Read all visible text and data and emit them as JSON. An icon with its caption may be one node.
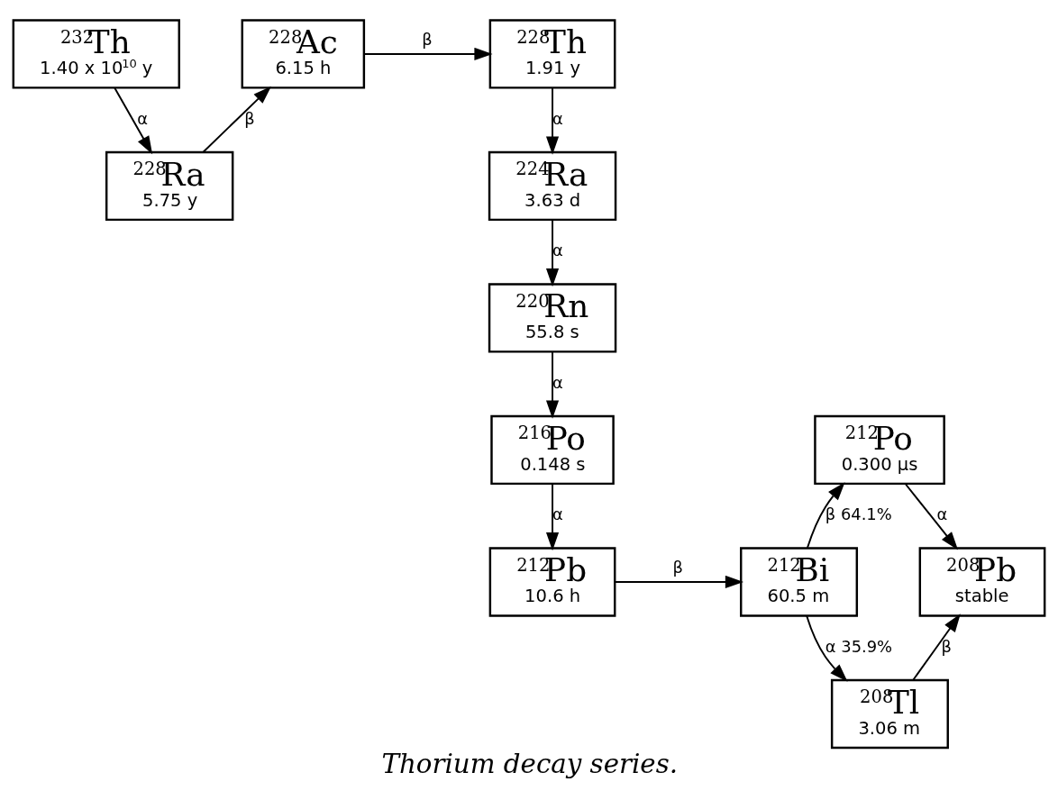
{
  "diagram": {
    "caption": "Thorium decay series.",
    "nodes": [
      {
        "text": [
          "$^{232}$Th",
          "1.40 x 10$^{10}$ y"
        ]
      },
      {
        "text": [
          "$^{228}$Ra",
          "5.75 y"
        ]
      },
      {
        "text": [
          "$^{228}$Ac",
          "6.15 h"
        ]
      },
      {
        "text": [
          "$^{228}$Th",
          "1.91 y"
        ]
      },
      {
        "text": [
          "$^{224}$Ra",
          "3.63 d"
        ]
      },
      {
        "text": [
          "$^{220}$Rn",
          "55.8 s"
        ]
      },
      {
        "text": [
          "$^{216}$Po",
          "0.148 s"
        ]
      },
      {
        "text": [
          "$^{212}$Pb",
          "10.6 h"
        ]
      },
      {
        "text": [
          "$^{212}$Bi",
          "60.5 m"
        ]
      },
      {
        "text": [
          "$^{212}$Po",
          "0.300 µs"
        ]
      },
      {
        "text": [
          "$^{208}$Tl",
          "3.06 m"
        ]
      },
      {
        "text": [
          "$^{208}$Pb",
          "stable"
        ]
      }
    ],
    "edges": [
      {
        "from": 0,
        "to": 1,
        "arrow": "to",
        "label": "α"
      },
      {
        "from": 1,
        "to": 2,
        "arrow": "to",
        "label": "β"
      },
      {
        "from": 2,
        "to": 3,
        "arrow": "to",
        "label": "β"
      },
      {
        "from": 3,
        "to": 4,
        "arrow": "to",
        "label": "α"
      },
      {
        "from": 4,
        "to": 5,
        "arrow": "to",
        "label": "α"
      },
      {
        "from": 5,
        "to": 6,
        "arrow": "to",
        "label": "α"
      },
      {
        "from": 6,
        "to": 7,
        "arrow": "to",
        "label": "α"
      },
      {
        "from": 7,
        "to": 8,
        "arrow": "to",
        "label": "β"
      },
      {
        "from": 8,
        "to": 9,
        "arrow": "to",
        "label": "β 64.1%"
      },
      {
        "from": 8,
        "to": 10,
        "arrow": "to",
        "label": "α 35.9%"
      },
      {
        "from": 9,
        "to": 11,
        "arrow": "to",
        "label": "α"
      },
      {
        "from": 10,
        "to": 11,
        "arrow": "to",
        "label": "β"
      }
    ]
  }
}
